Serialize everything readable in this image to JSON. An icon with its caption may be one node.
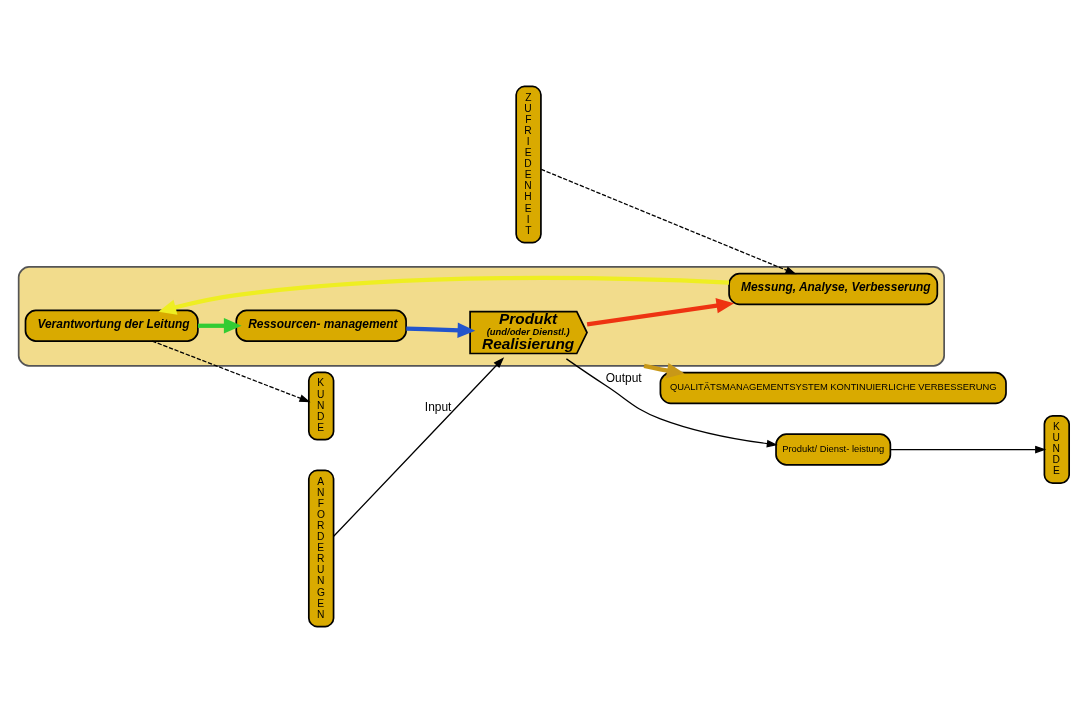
{
  "diagram": {
    "nodes": [
      {
        "text": [
          "QUALITÄTSMANAGEMENTSYSTEM KONTINUIERLICHE VERBESSERUNG"
        ]
      },
      {
        "text": [],
        "shape": "ellipse"
      },
      {
        "text": [
          "KUNDE"
        ]
      },
      {
        "text": [
          "ANFORDERUNGEN"
        ]
      },
      {
        "text": [
          "Verantwortung der Leitung"
        ],
        "in": 1
      },
      {
        "text": [
          "Ressourcen- management"
        ],
        "in": 1
      },
      {
        "text": [
          "Messung, Analyse, Verbesserung"
        ],
        "in": 1
      },
      {
        "text": [
          "Produkt",
          "(und/oder Dienstl.)",
          "Realisierung"
        ],
        "in": 1
      },
      {
        "text": [
          "Produkt/ Dienst- leistung"
        ]
      },
      {
        "text": [
          "ZUFRIEDENHEIT"
        ]
      },
      {
        "text": [
          "KUNDE"
        ]
      }
    ],
    "edges": [
      {
        "from": 4,
        "to": 2,
        "arrow": "to",
        "style": "dashed"
      },
      {
        "from": 4,
        "to": 5,
        "arrow": "to",
        "style": "thick",
        "color": "#33cc33"
      },
      {
        "from": 5,
        "to": 7,
        "arrow": "to",
        "style": "thick",
        "color": "#2255cc"
      },
      {
        "from": 7,
        "to": 6,
        "arrow": "to",
        "style": "thick",
        "color": "#ee3311"
      },
      {
        "from": 6,
        "to": 4,
        "arrow": "to",
        "style": "thick",
        "color": "#eeee22"
      },
      {
        "from": 1,
        "to": 0,
        "arrow": "to",
        "style": "thick",
        "color": "#c89818"
      },
      {
        "from": 3,
        "to": 7,
        "arrow": "to",
        "label": "Input"
      },
      {
        "from": 7,
        "to": 8,
        "arrow": "to",
        "label": "Output"
      },
      {
        "from": 8,
        "to": 10,
        "arrow": "to"
      },
      {
        "from": 9,
        "to": 6,
        "arrow": "to",
        "style": "dashed"
      }
    ]
  }
}
